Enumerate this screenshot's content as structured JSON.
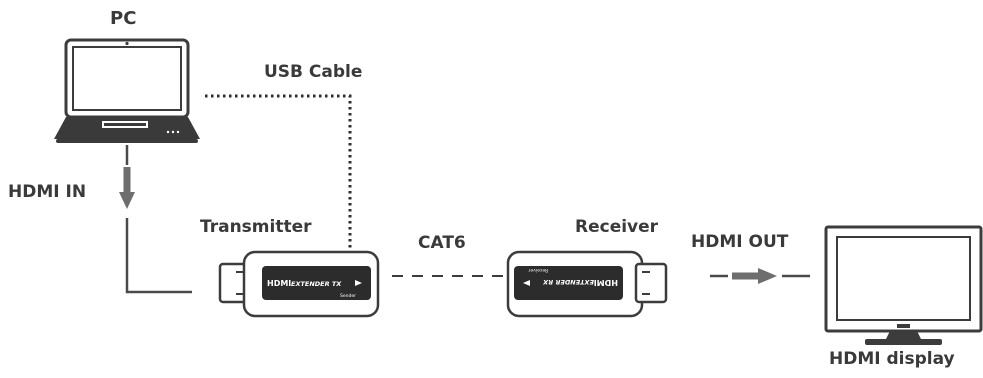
{
  "labels": {
    "pc": "PC",
    "usb_cable": "USB Cable",
    "hdmi_in": "HDMI IN",
    "transmitter": "Transmitter",
    "cat6": "CAT6",
    "receiver": "Receiver",
    "hdmi_out": "HDMI OUT",
    "hdmi_display": "HDMI display"
  },
  "transmitter_device": {
    "brand": "HDMI",
    "model": "EXTENDER TX",
    "role": "Sender"
  },
  "receiver_device": {
    "brand": "HDMI",
    "model": "EXTENDER RX",
    "role": "Receiver"
  },
  "colors": {
    "line": "#4a4a4a",
    "arrow": "#6e6e6e",
    "device_body": "#ffffff",
    "device_panel": "#2c2c2c",
    "text": "#3a3a3a"
  }
}
